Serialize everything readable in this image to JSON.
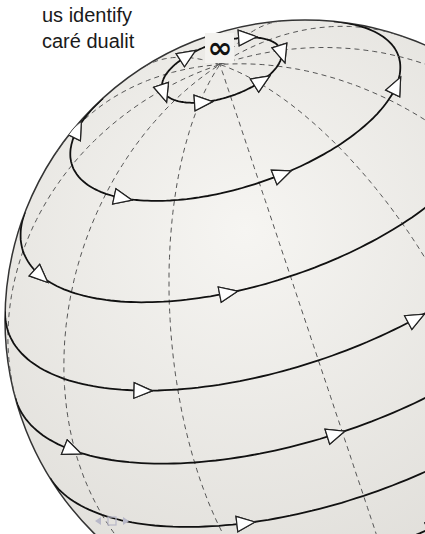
{
  "diagram": {
    "labels": [
      "us identify",
      "caré dualit",
      "∞"
    ]
  }
}
